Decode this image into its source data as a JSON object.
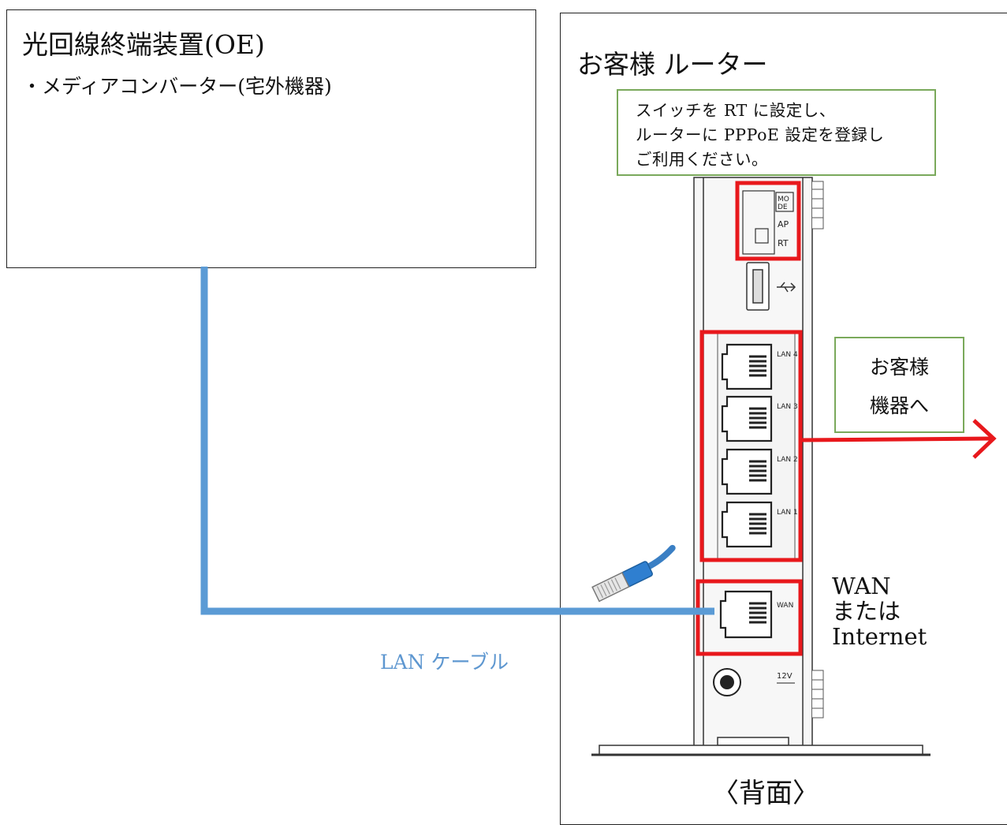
{
  "onu": {
    "title": "光回線終端装置(OE)",
    "subtitle": "・メディアコンバーター(宅外機器)"
  },
  "router": {
    "title": "お客様 ルーター",
    "switch_note": {
      "line1": "スイッチを RT に設定し、",
      "line2": "ルーターに PPPoE 設定を登録し",
      "line3": "ご利用ください。"
    },
    "mode_labels": {
      "mode_top": "MO",
      "mode_bottom": "DE",
      "ap": "AP",
      "rt": "RT"
    },
    "lan_port_labels": [
      "LAN 4",
      "LAN 3",
      "LAN 2",
      "LAN 1"
    ],
    "wan_port_label": "WAN",
    "power_label": "12V",
    "device_note": {
      "line1": "お客様",
      "line2": "機器へ"
    },
    "wan_label": {
      "line1": "WAN",
      "line2": "または",
      "line3": "Internet"
    },
    "back_label": "〈背面〉"
  },
  "cable": {
    "label": "LAN ケーブル"
  },
  "colors": {
    "cable": "#5b9bd5",
    "highlight": "#e8181c",
    "note_border": "#7aa95b",
    "cable_label": "#5e97d0"
  }
}
